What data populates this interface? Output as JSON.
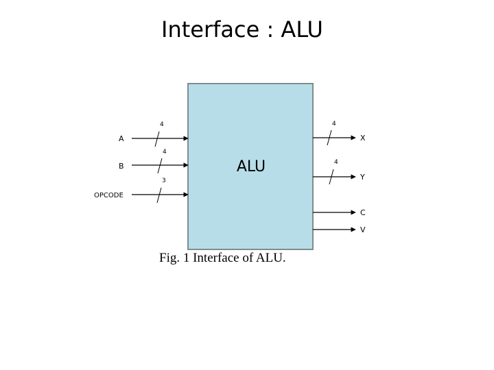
{
  "slide": {
    "title": "Interface : ALU"
  },
  "block": {
    "label": "ALU",
    "fill": "#b7dde8",
    "stroke": "#7f8c8d"
  },
  "inputs": [
    {
      "name": "A",
      "width": "4"
    },
    {
      "name": "B",
      "width": "4"
    },
    {
      "name": "OPCODE",
      "width": "3"
    }
  ],
  "outputs": [
    {
      "name": "X",
      "width": "4"
    },
    {
      "name": "Y",
      "width": "4"
    },
    {
      "name": "C",
      "width": ""
    },
    {
      "name": "V",
      "width": ""
    }
  ],
  "figure": {
    "caption": "Fig. 1 Interface of ALU."
  }
}
